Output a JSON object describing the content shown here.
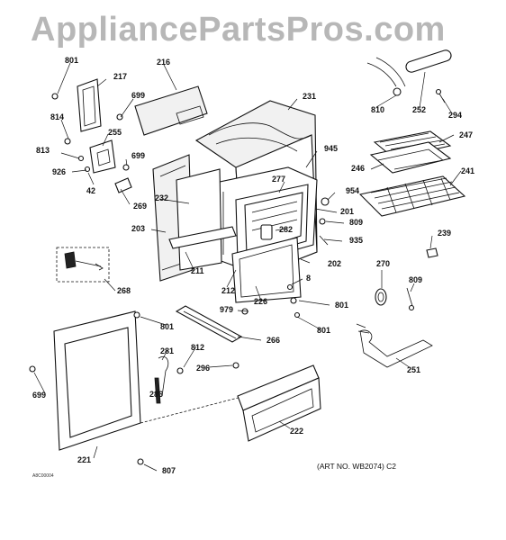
{
  "watermark": "AppliancePartsPros.com",
  "art_number": "(ART NO. WB2074) C2",
  "drawing_code": "A8C00004",
  "parts": [
    {
      "id": "p801a",
      "label": "801"
    },
    {
      "id": "p217",
      "label": "217"
    },
    {
      "id": "p216",
      "label": "216"
    },
    {
      "id": "p699a",
      "label": "699"
    },
    {
      "id": "p231",
      "label": "231"
    },
    {
      "id": "p814",
      "label": "814"
    },
    {
      "id": "p255",
      "label": "255"
    },
    {
      "id": "p699b",
      "label": "699"
    },
    {
      "id": "p813",
      "label": "813"
    },
    {
      "id": "p926",
      "label": "926"
    },
    {
      "id": "p42",
      "label": "42"
    },
    {
      "id": "p269",
      "label": "269"
    },
    {
      "id": "p232",
      "label": "232"
    },
    {
      "id": "p203",
      "label": "203"
    },
    {
      "id": "p277",
      "label": "277"
    },
    {
      "id": "p945",
      "label": "945"
    },
    {
      "id": "p954",
      "label": "954"
    },
    {
      "id": "p201",
      "label": "201"
    },
    {
      "id": "p809a",
      "label": "809"
    },
    {
      "id": "p282",
      "label": "282"
    },
    {
      "id": "p935",
      "label": "935"
    },
    {
      "id": "p202",
      "label": "202"
    },
    {
      "id": "p211",
      "label": "211"
    },
    {
      "id": "p212",
      "label": "212"
    },
    {
      "id": "p268",
      "label": "268"
    },
    {
      "id": "p8",
      "label": "8"
    },
    {
      "id": "p226",
      "label": "226"
    },
    {
      "id": "p801b",
      "label": "801"
    },
    {
      "id": "p979",
      "label": "979"
    },
    {
      "id": "p801c",
      "label": "801"
    },
    {
      "id": "p801d",
      "label": "801"
    },
    {
      "id": "p266",
      "label": "266"
    },
    {
      "id": "p281",
      "label": "281"
    },
    {
      "id": "p812",
      "label": "812"
    },
    {
      "id": "p296",
      "label": "296"
    },
    {
      "id": "p286",
      "label": "286"
    },
    {
      "id": "p699c",
      "label": "699"
    },
    {
      "id": "p222",
      "label": "222"
    },
    {
      "id": "p221",
      "label": "221"
    },
    {
      "id": "p807",
      "label": "807"
    },
    {
      "id": "p810",
      "label": "810"
    },
    {
      "id": "p252",
      "label": "252"
    },
    {
      "id": "p294",
      "label": "294"
    },
    {
      "id": "p247",
      "label": "247"
    },
    {
      "id": "p246",
      "label": "246"
    },
    {
      "id": "p241",
      "label": "241"
    },
    {
      "id": "p239",
      "label": "239"
    },
    {
      "id": "p270",
      "label": "270"
    },
    {
      "id": "p809b",
      "label": "809"
    },
    {
      "id": "p251",
      "label": "251"
    }
  ]
}
